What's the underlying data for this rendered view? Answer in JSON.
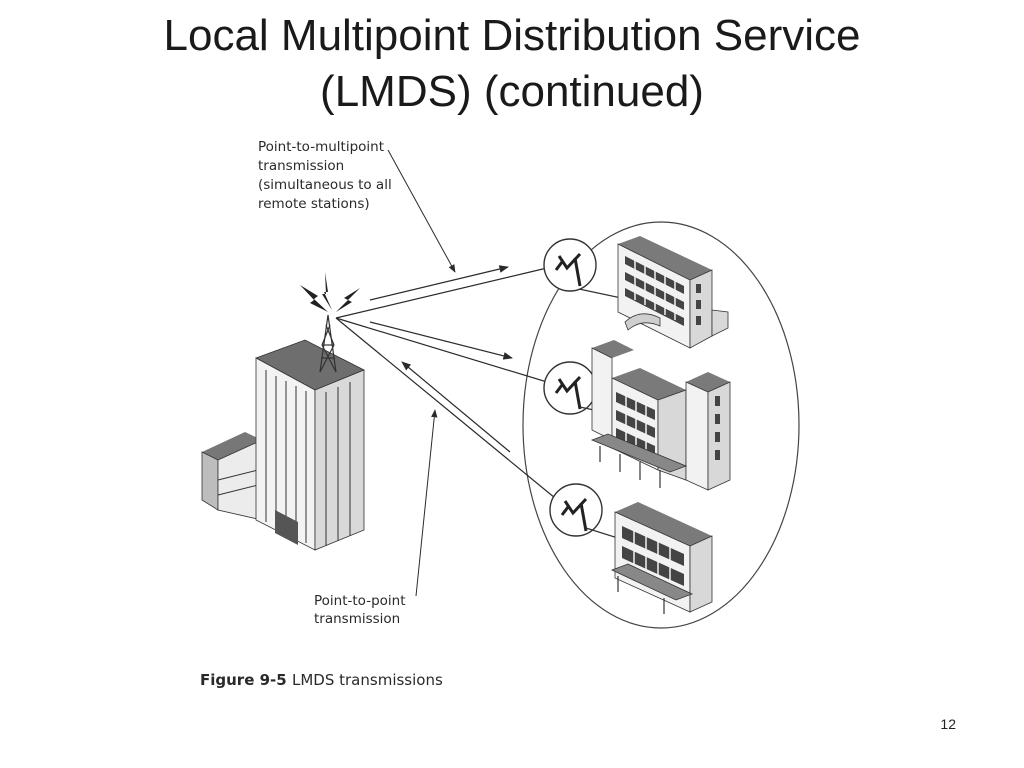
{
  "slide": {
    "title_line1": "Local Multipoint Distribution Service",
    "title_line2": "(LMDS) (continued)",
    "page_number": "12"
  },
  "figure": {
    "label_multipoint": [
      "Point-to-multipoint",
      "transmission",
      "(simultaneous to all",
      "remote stations)"
    ],
    "label_point": [
      "Point-to-point",
      "transmission"
    ],
    "caption_number": "Figure 9-5",
    "caption_text": "LMDS transmissions"
  },
  "colors": {
    "line": "#2b2b2b",
    "roof": "#777777",
    "wall_light": "#f2f2f2",
    "wall_mid": "#d6d6d6",
    "window": "#444444"
  }
}
